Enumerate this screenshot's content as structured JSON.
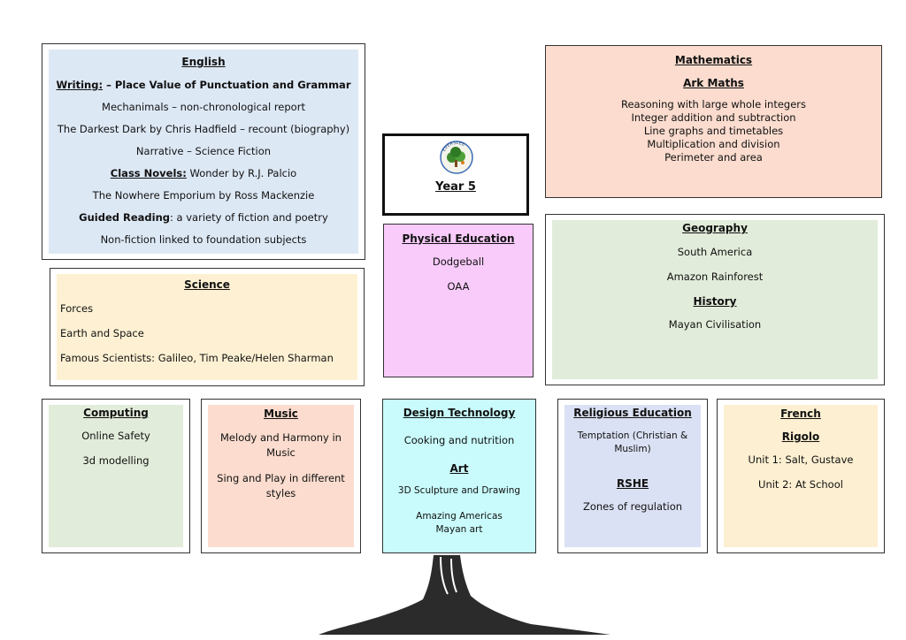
{
  "english": {
    "title": "English",
    "writing_label": "Writing:",
    "writing_rest": " – Place Value of Punctuation and Grammar",
    "items": [
      "Mechanimals – non-chronological report",
      "The Darkest Dark by Chris Hadfield – recount (biography)",
      "Narrative – Science Fiction"
    ],
    "novels_label": "Class Novels:",
    "novels_text": " Wonder by R.J. Palcio",
    "novel2": "The Nowhere Emporium by Ross Mackenzie",
    "guided_label": "Guided Reading",
    "guided_text": ": a variety of fiction and poetry",
    "nonfiction": "Non-fiction linked to foundation subjects"
  },
  "science": {
    "title": "Science",
    "items": [
      "Forces",
      "Earth and Space",
      "Famous Scientists: Galileo, Tim Peake/Helen Sharman"
    ]
  },
  "logo": {
    "arc_text": "EVERSLEE",
    "year": "Year 5"
  },
  "pe": {
    "title": "Physical Education",
    "items": [
      "Dodgeball",
      "OAA"
    ]
  },
  "maths": {
    "title": "Mathematics",
    "subtitle": "Ark Maths",
    "items": [
      "Reasoning with large whole integers",
      "Integer addition and subtraction",
      "Line graphs and timetables",
      "Multiplication and division",
      "Perimeter and area"
    ]
  },
  "geography": {
    "title": "Geography",
    "items": [
      "South America",
      "Amazon Rainforest"
    ],
    "history_title": "History",
    "history_item": "Mayan Civilisation"
  },
  "computing": {
    "title": "Computing",
    "items": [
      "Online Safety",
      "3d modelling"
    ]
  },
  "music": {
    "title": "Music",
    "items": [
      "Melody and Harmony in Music",
      "Sing and Play in different styles"
    ]
  },
  "dt": {
    "title": "Design Technology",
    "item": "Cooking and nutrition",
    "art_title": "Art",
    "art_items": [
      "3D Sculpture and Drawing",
      "Amazing Americas",
      "Mayan art"
    ]
  },
  "re": {
    "title": "Religious Education",
    "item": "Temptation (Christian & Muslim)",
    "rshe_title": "RSHE",
    "rshe_item": "Zones of regulation"
  },
  "french": {
    "title": "French",
    "subtitle": "Rigolo",
    "items": [
      "Unit 1: Salt, Gustave",
      "Unit 2: At School"
    ]
  }
}
